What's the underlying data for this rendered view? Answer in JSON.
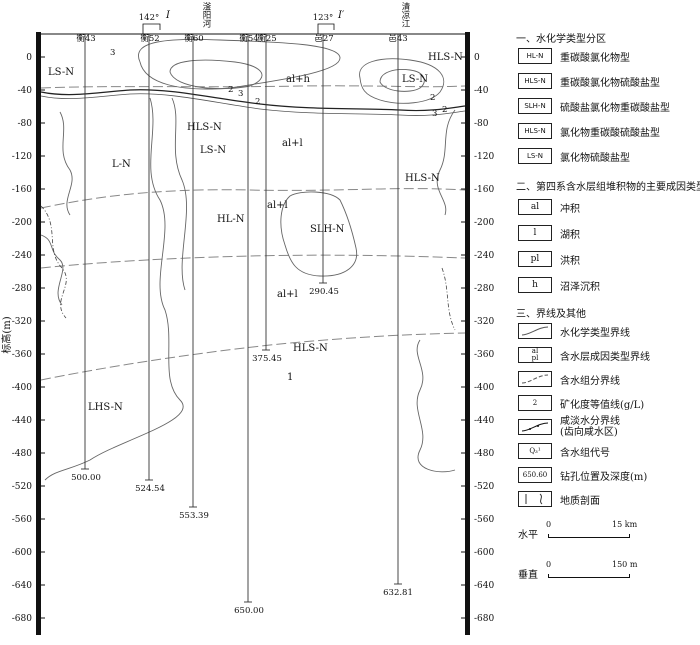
{
  "axis": {
    "ylabel": "标高(m)",
    "ticks": [
      "0",
      "-40",
      "-80",
      "-120",
      "-160",
      "-200",
      "-240",
      "-280",
      "-320",
      "-360",
      "-400",
      "-440",
      "-480",
      "-520",
      "-560",
      "-600",
      "-640",
      "-680"
    ]
  },
  "wells": [
    {
      "name": "衡43",
      "depth": "500.00"
    },
    {
      "name": "衡52",
      "depth": "524.54"
    },
    {
      "name": "衡60",
      "depth": "553.39"
    },
    {
      "name": "衡54",
      "depth": "650.00"
    },
    {
      "name": "衡25",
      "depth": "375.45"
    },
    {
      "name": "邑27",
      "depth": "290.45"
    },
    {
      "name": "邑43",
      "depth": "632.81"
    }
  ],
  "top_marks": {
    "left_angle": "142°",
    "right_angle": "123°",
    "left_section": "I",
    "right_section": "I′",
    "river_left": "滏阳河",
    "river_right": "清凉江"
  },
  "zones": [
    "LS-N",
    "al+h",
    "LS-N",
    "HLS-N",
    "HLS-N",
    "LS-N",
    "L-N",
    "al+l",
    "HLS-N",
    "al+l",
    "HL-N",
    "SLH-N",
    "al+l",
    "HLS-N",
    "LHS-N",
    "1"
  ],
  "contours": [
    "3",
    "2",
    "3",
    "2",
    "2",
    "3",
    "2"
  ],
  "legend": {
    "h1": "一、水化学类型分区",
    "types": [
      {
        "code": "HL-N",
        "label": "重碳酸氯化物型"
      },
      {
        "code": "HLS-N",
        "label": "重碳酸氯化物硫酸盐型"
      },
      {
        "code": "SLH-N",
        "label": "硫酸盐氯化物重碳酸盐型"
      },
      {
        "code": "HLS-N",
        "label": "氯化物重碳酸硫酸盐型"
      },
      {
        "code": "LS-N",
        "label": "氯化物硫酸盐型"
      }
    ],
    "h2": "二、第四系含水层组堆积物的主要成因类型",
    "genesis": [
      {
        "code": "al",
        "label": "冲积"
      },
      {
        "code": "l",
        "label": "湖积"
      },
      {
        "code": "pl",
        "label": "洪积"
      },
      {
        "code": "h",
        "label": "沼泽沉积"
      }
    ],
    "h3": "三、界线及其他",
    "others": [
      {
        "label": "水化学类型界线"
      },
      {
        "label": "含水层成因类型界线",
        "box_top": "al",
        "box_bot": "pl"
      },
      {
        "label": "含水组分界线"
      },
      {
        "label": "矿化度等值线(g/L)",
        "box": "2"
      },
      {
        "label": "咸淡水分界线",
        "label2": "(齿向咸水区)"
      },
      {
        "label": "含水组代号",
        "box": "Q₃¹"
      },
      {
        "label": "钻孔位置及深度(m)",
        "box": "650.60"
      },
      {
        "label": "地质剖面"
      }
    ],
    "scale_h": {
      "label": "水平",
      "zero": "0",
      "val": "15 km"
    },
    "scale_v": {
      "label": "垂直",
      "zero": "0",
      "val": "150 m"
    }
  }
}
